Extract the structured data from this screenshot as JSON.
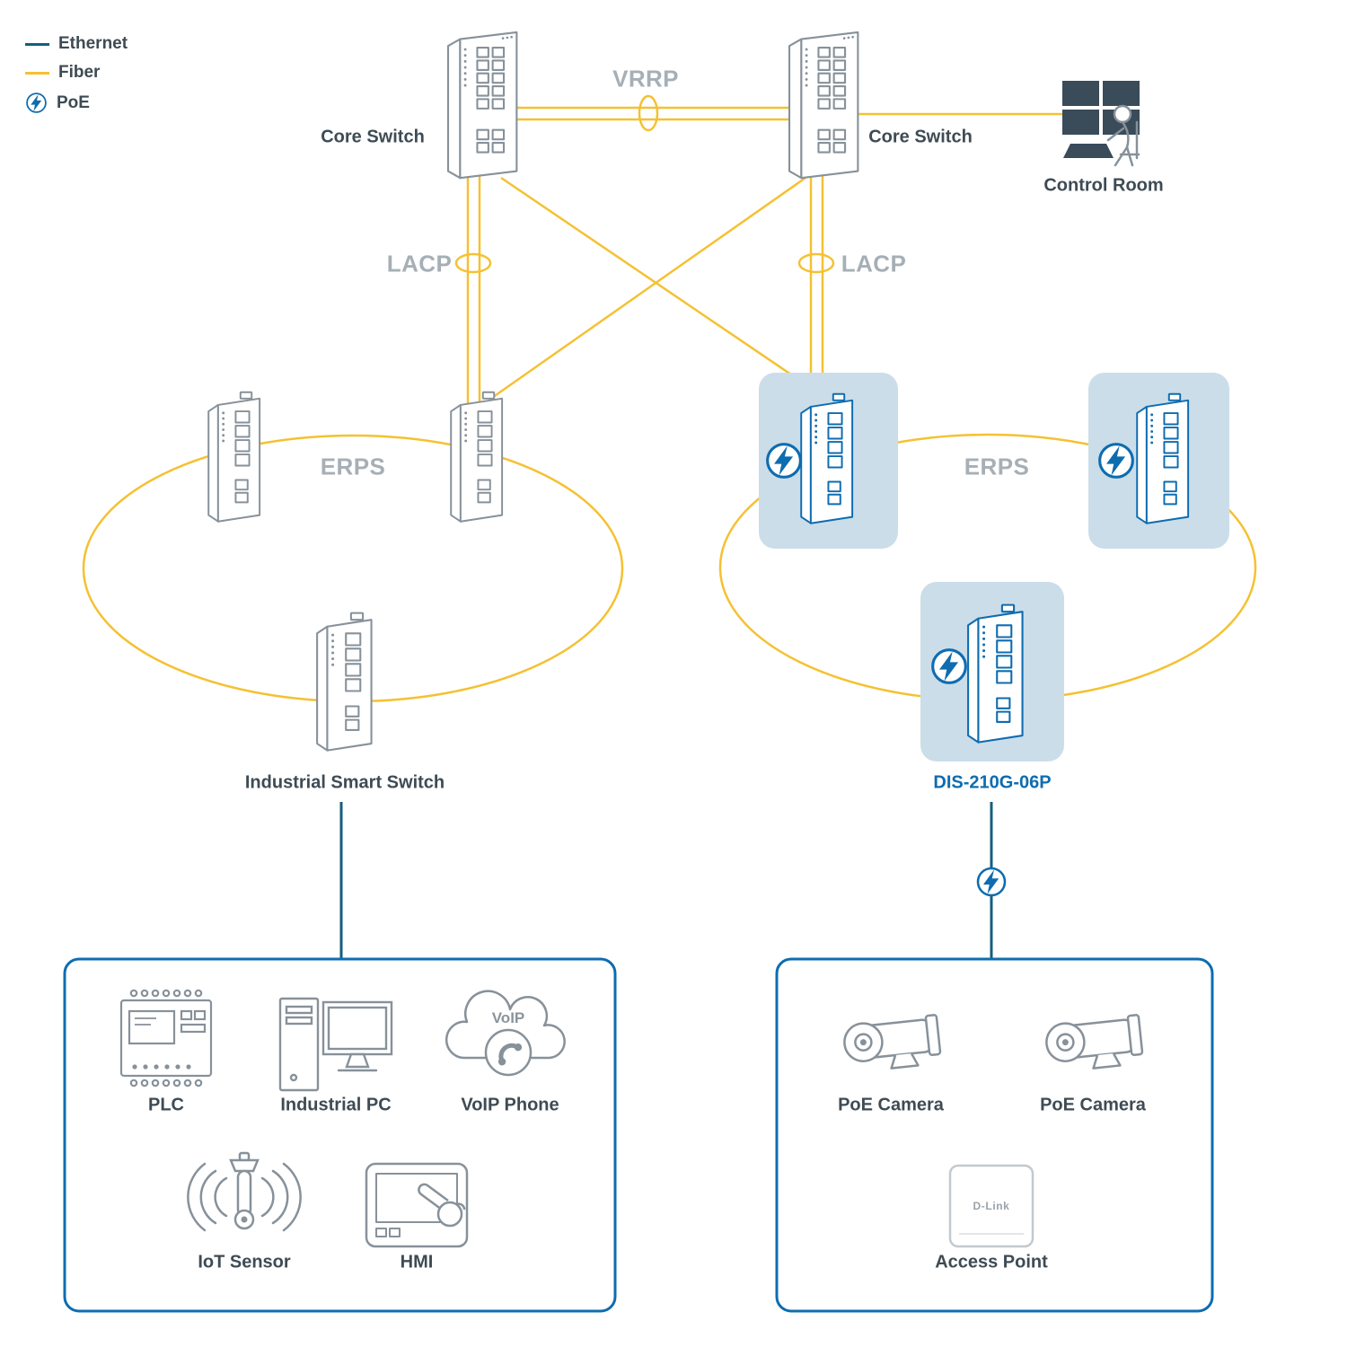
{
  "colors": {
    "ethernet": "#155E7D",
    "fiber": "#F5C132",
    "poe_blue": "#0E6CB0",
    "label_gray": "#A6AFB6",
    "text_dark": "#3E4B54",
    "highlight_box": "#CBDDE9",
    "device_outline": "#87919A"
  },
  "legend": {
    "ethernet": "Ethernet",
    "fiber": "Fiber",
    "poe": "PoE"
  },
  "labels": {
    "vrrp": "VRRP",
    "lacp_left": "LACP",
    "lacp_right": "LACP",
    "erps_left": "ERPS",
    "erps_right": "ERPS"
  },
  "nodes": {
    "core_left": "Core Switch",
    "core_right": "Core Switch",
    "control_room": "Control Room",
    "smart_switch": "Industrial Smart Switch",
    "dis": "DIS-210G-06P"
  },
  "voip_cloud_text": "VoIP",
  "access_point_brand": "D-Link",
  "left_devices": [
    {
      "label": "PLC"
    },
    {
      "label": "Industrial PC"
    },
    {
      "label": "VoIP Phone"
    },
    {
      "label": "IoT Sensor"
    },
    {
      "label": "HMI"
    }
  ],
  "right_devices": [
    {
      "label": "PoE Camera"
    },
    {
      "label": "PoE Camera"
    },
    {
      "label": "Access Point"
    }
  ]
}
